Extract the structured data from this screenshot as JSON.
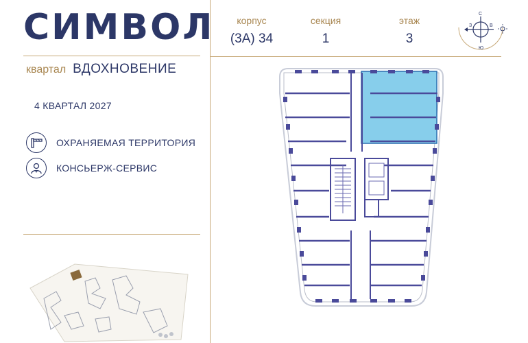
{
  "brand": {
    "name": "СИМВОЛ"
  },
  "quarter": {
    "label": "квартал",
    "name": "ВДОХНОВЕНИЕ"
  },
  "completion": "4 КВАРТАЛ 2027",
  "features": [
    {
      "icon": "barrier-icon",
      "label": "ОХРАНЯЕМАЯ ТЕРРИТОРИЯ"
    },
    {
      "icon": "concierge-icon",
      "label": "КОНСЬЕРЖ-СЕРВИС"
    }
  ],
  "info": {
    "building": {
      "label": "корпус",
      "value": "(3А) 34"
    },
    "section": {
      "label": "секция",
      "value": "1"
    },
    "floor": {
      "label": "этаж",
      "value": "3"
    }
  },
  "compass": {
    "n": "С",
    "s": "Ю",
    "w": "З",
    "e": "В"
  },
  "colors": {
    "brand": "#2c3767",
    "gold": "#a88650",
    "highlight": "#87ceeb",
    "wall": "#4a4a9a"
  }
}
